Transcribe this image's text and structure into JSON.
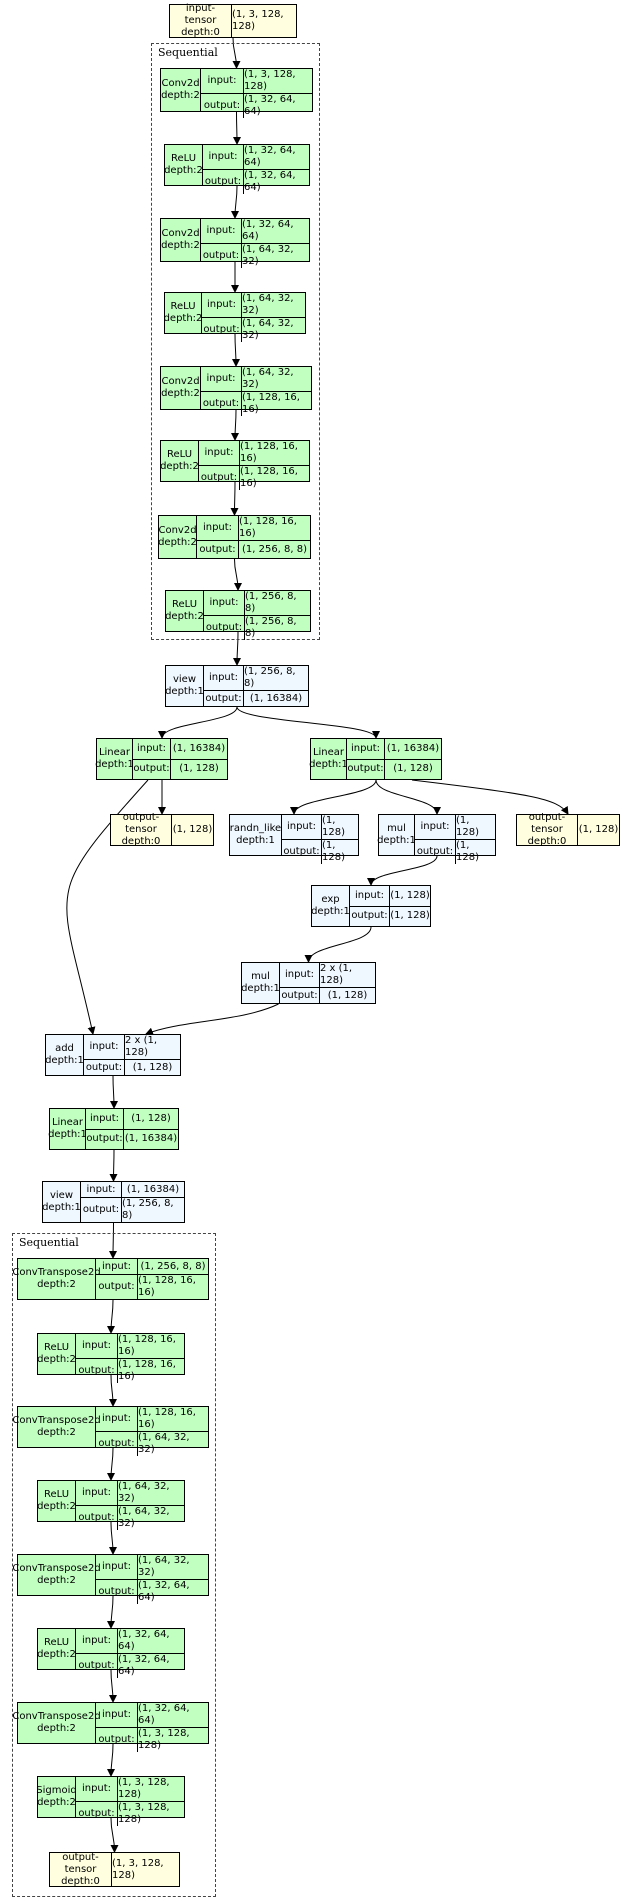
{
  "colors": {
    "tensor_fill": "#ffffe0",
    "module_fill": "#c1ffc1",
    "function_fill": "#f0f8ff",
    "edge": "#000000"
  },
  "labels": {
    "input": "input:",
    "output": "output:"
  },
  "clusters": {
    "encoder": "Sequential",
    "decoder": "Sequential"
  },
  "nodes": {
    "input_tensor": {
      "name": "input-tensor",
      "depth": "depth:0",
      "value": "(1, 3, 128, 128)"
    },
    "enc_conv1": {
      "name": "Conv2d",
      "depth": "depth:2",
      "input": "(1, 3, 128, 128)",
      "output": "(1, 32, 64, 64)"
    },
    "enc_relu1": {
      "name": "ReLU",
      "depth": "depth:2",
      "input": "(1, 32, 64, 64)",
      "output": "(1, 32, 64, 64)"
    },
    "enc_conv2": {
      "name": "Conv2d",
      "depth": "depth:2",
      "input": "(1, 32, 64, 64)",
      "output": "(1, 64, 32, 32)"
    },
    "enc_relu2": {
      "name": "ReLU",
      "depth": "depth:2",
      "input": "(1, 64, 32, 32)",
      "output": "(1, 64, 32, 32)"
    },
    "enc_conv3": {
      "name": "Conv2d",
      "depth": "depth:2",
      "input": "(1, 64, 32, 32)",
      "output": "(1, 128, 16, 16)"
    },
    "enc_relu3": {
      "name": "ReLU",
      "depth": "depth:2",
      "input": "(1, 128, 16, 16)",
      "output": "(1, 128, 16, 16)"
    },
    "enc_conv4": {
      "name": "Conv2d",
      "depth": "depth:2",
      "input": "(1, 128, 16, 16)",
      "output": "(1, 256, 8, 8)"
    },
    "enc_relu4": {
      "name": "ReLU",
      "depth": "depth:2",
      "input": "(1, 256, 8, 8)",
      "output": "(1, 256, 8, 8)"
    },
    "view1": {
      "name": "view",
      "depth": "depth:1",
      "input": "(1, 256, 8, 8)",
      "output": "(1, 16384)"
    },
    "linear_mu": {
      "name": "Linear",
      "depth": "depth:1",
      "input": "(1, 16384)",
      "output": "(1, 128)"
    },
    "linear_logvar": {
      "name": "Linear",
      "depth": "depth:1",
      "input": "(1, 16384)",
      "output": "(1, 128)"
    },
    "out_mu": {
      "name": "output-tensor",
      "depth": "depth:0",
      "value": "(1, 128)"
    },
    "randn_like": {
      "name": "randn_like",
      "depth": "depth:1",
      "input": "(1, 128)",
      "output": "(1, 128)"
    },
    "mul1": {
      "name": "mul",
      "depth": "depth:1",
      "input": "(1, 128)",
      "output": "(1, 128)"
    },
    "out_logvar": {
      "name": "output-tensor",
      "depth": "depth:0",
      "value": "(1, 128)"
    },
    "exp": {
      "name": "exp",
      "depth": "depth:1",
      "input": "(1, 128)",
      "output": "(1, 128)"
    },
    "mul2": {
      "name": "mul",
      "depth": "depth:1",
      "input": "2 x (1, 128)",
      "output": "(1, 128)"
    },
    "add": {
      "name": "add",
      "depth": "depth:1",
      "input": "2 x (1, 128)",
      "output": "(1, 128)"
    },
    "linear_dec": {
      "name": "Linear",
      "depth": "depth:1",
      "input": "(1, 128)",
      "output": "(1, 16384)"
    },
    "view2": {
      "name": "view",
      "depth": "depth:1",
      "input": "(1, 16384)",
      "output": "(1, 256, 8, 8)"
    },
    "dec_convt1": {
      "name": "ConvTranspose2d",
      "depth": "depth:2",
      "input": "(1, 256, 8, 8)",
      "output": "(1, 128, 16, 16)"
    },
    "dec_relu1": {
      "name": "ReLU",
      "depth": "depth:2",
      "input": "(1, 128, 16, 16)",
      "output": "(1, 128, 16, 16)"
    },
    "dec_convt2": {
      "name": "ConvTranspose2d",
      "depth": "depth:2",
      "input": "(1, 128, 16, 16)",
      "output": "(1, 64, 32, 32)"
    },
    "dec_relu2": {
      "name": "ReLU",
      "depth": "depth:2",
      "input": "(1, 64, 32, 32)",
      "output": "(1, 64, 32, 32)"
    },
    "dec_convt3": {
      "name": "ConvTranspose2d",
      "depth": "depth:2",
      "input": "(1, 64, 32, 32)",
      "output": "(1, 32, 64, 64)"
    },
    "dec_relu3": {
      "name": "ReLU",
      "depth": "depth:2",
      "input": "(1, 32, 64, 64)",
      "output": "(1, 32, 64, 64)"
    },
    "dec_convt4": {
      "name": "ConvTranspose2d",
      "depth": "depth:2",
      "input": "(1, 32, 64, 64)",
      "output": "(1, 3, 128, 128)"
    },
    "sigmoid": {
      "name": "Sigmoid",
      "depth": "depth:2",
      "input": "(1, 3, 128, 128)",
      "output": "(1, 3, 128, 128)"
    },
    "output_tensor": {
      "name": "output-tensor",
      "depth": "depth:0",
      "value": "(1, 3, 128, 128)"
    }
  },
  "edges": [
    [
      "input_tensor",
      "enc_conv1"
    ],
    [
      "enc_conv1",
      "enc_relu1"
    ],
    [
      "enc_relu1",
      "enc_conv2"
    ],
    [
      "enc_conv2",
      "enc_relu2"
    ],
    [
      "enc_relu2",
      "enc_conv3"
    ],
    [
      "enc_conv3",
      "enc_relu3"
    ],
    [
      "enc_relu3",
      "enc_conv4"
    ],
    [
      "enc_conv4",
      "enc_relu4"
    ],
    [
      "enc_relu4",
      "view1"
    ],
    [
      "view1",
      "linear_mu"
    ],
    [
      "view1",
      "linear_logvar"
    ],
    [
      "linear_mu",
      "out_mu"
    ],
    [
      "linear_mu",
      "add"
    ],
    [
      "linear_logvar",
      "randn_like"
    ],
    [
      "linear_logvar",
      "mul1"
    ],
    [
      "linear_logvar",
      "out_logvar"
    ],
    [
      "mul1",
      "exp"
    ],
    [
      "exp",
      "mul2"
    ],
    [
      "mul2",
      "add"
    ],
    [
      "add",
      "linear_dec"
    ],
    [
      "linear_dec",
      "view2"
    ],
    [
      "view2",
      "dec_convt1"
    ],
    [
      "dec_convt1",
      "dec_relu1"
    ],
    [
      "dec_relu1",
      "dec_convt2"
    ],
    [
      "dec_convt2",
      "dec_relu2"
    ],
    [
      "dec_relu2",
      "dec_convt3"
    ],
    [
      "dec_convt3",
      "dec_relu3"
    ],
    [
      "dec_relu3",
      "dec_convt4"
    ],
    [
      "dec_convt4",
      "sigmoid"
    ],
    [
      "sigmoid",
      "output_tensor"
    ]
  ]
}
